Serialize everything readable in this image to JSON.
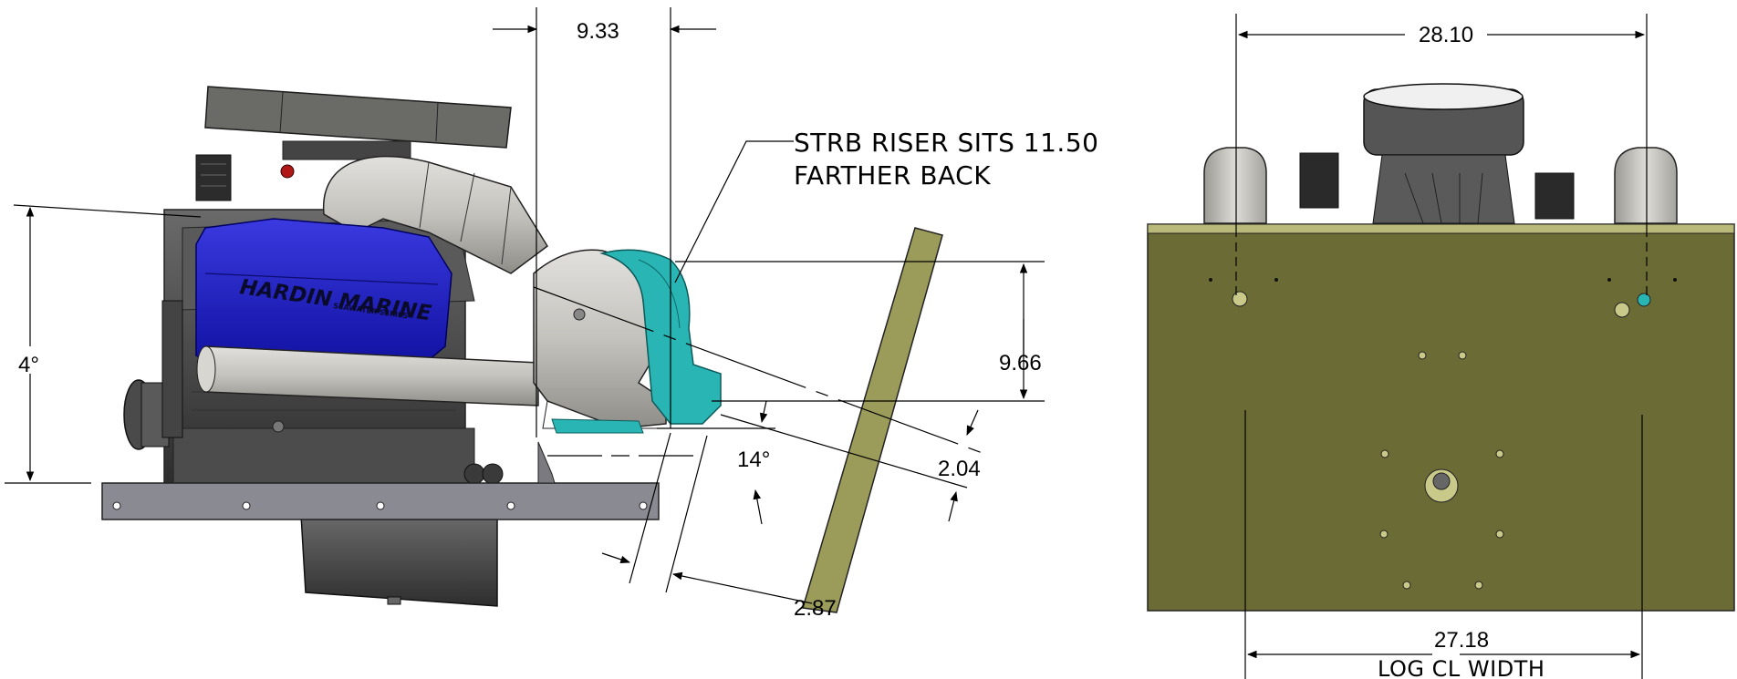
{
  "side_view": {
    "dim_top": "9.33",
    "note_line1": "STRB RISER SITS 11.50",
    "note_line2": "FARTHER BACK",
    "dim_right_vertical": "9.66",
    "angle_left": "4°",
    "angle_exhaust": "14°",
    "dim_offset": "2.04",
    "dim_transom": "2.87",
    "logo_main": "HARDIN MARINE",
    "logo_sub": "SEAWATER SERIES"
  },
  "rear_view": {
    "dim_top": "28.10",
    "dim_bottom": "27.18",
    "dim_bottom_label": "LOG CL WIDTH"
  },
  "colors": {
    "transom_fill": "#6b6b36",
    "transom_top": "#b9b97a",
    "riser_blue": "#1a1ab8",
    "riser_teal": "#2ab5b5",
    "steel_gray": "#8a8a92",
    "board_olive": "#9c9c5a"
  }
}
